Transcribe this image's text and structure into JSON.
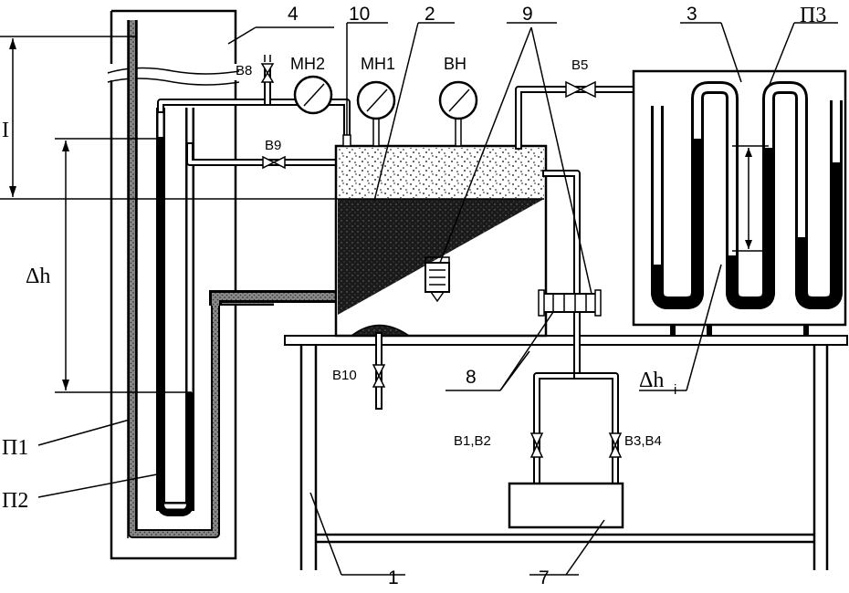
{
  "labels": {
    "tank": "2",
    "manometer_block": "3",
    "piezometer_board": "4",
    "port_10": "10",
    "spray_9": "9",
    "frame": "1",
    "pump": "7",
    "nozzles": "8",
    "mn2": "МН2",
    "mn1": "МН1",
    "vn": "ВН",
    "b5": "В5",
    "b8": "В8",
    "b9": "В9",
    "b10": "В10",
    "b1b2": "В1,В2",
    "b3b4": "В3,В4",
    "p1": "П1",
    "p2": "П2",
    "p3": "П3",
    "h_top": "I",
    "dh": "Δh",
    "dhi": "Δh",
    "dhi_sub": "i"
  }
}
